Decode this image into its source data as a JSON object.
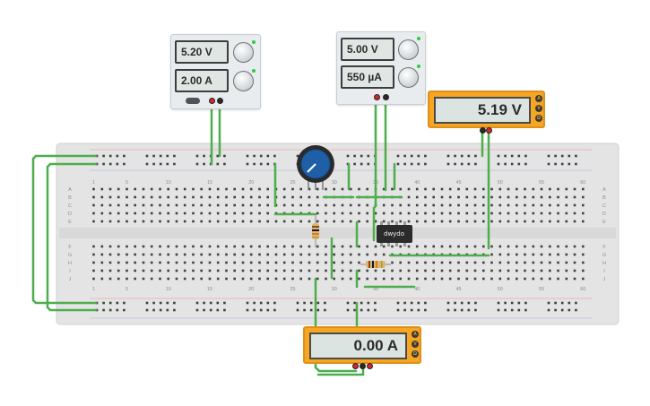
{
  "power_supplies": [
    {
      "voltage": "5.20 V",
      "current": "2.00 A"
    },
    {
      "voltage": "5.00 V",
      "current": "550 µA"
    }
  ],
  "multimeters": [
    {
      "reading": "5.19 V",
      "modes": [
        "A",
        "V",
        "Ω"
      ],
      "active_mode": "V"
    },
    {
      "reading": "0.00 A",
      "modes": [
        "A",
        "V",
        "Ω"
      ],
      "active_mode": "A"
    }
  ],
  "chip": {
    "label": "dwydo"
  },
  "breadboard": {
    "column_numbers": [
      "1",
      "5",
      "10",
      "15",
      "20",
      "25",
      "30",
      "35",
      "40",
      "45",
      "50",
      "55",
      "60"
    ],
    "row_letters_top": [
      "A",
      "B",
      "C",
      "D",
      "E"
    ],
    "row_letters_bottom": [
      "F",
      "G",
      "H",
      "I",
      "J"
    ]
  },
  "colors": {
    "wire": "#4cae4c",
    "breadboard": "#e3e3e3",
    "multimeter": "#f5a623",
    "potentiometer": "#1f5fa8"
  }
}
